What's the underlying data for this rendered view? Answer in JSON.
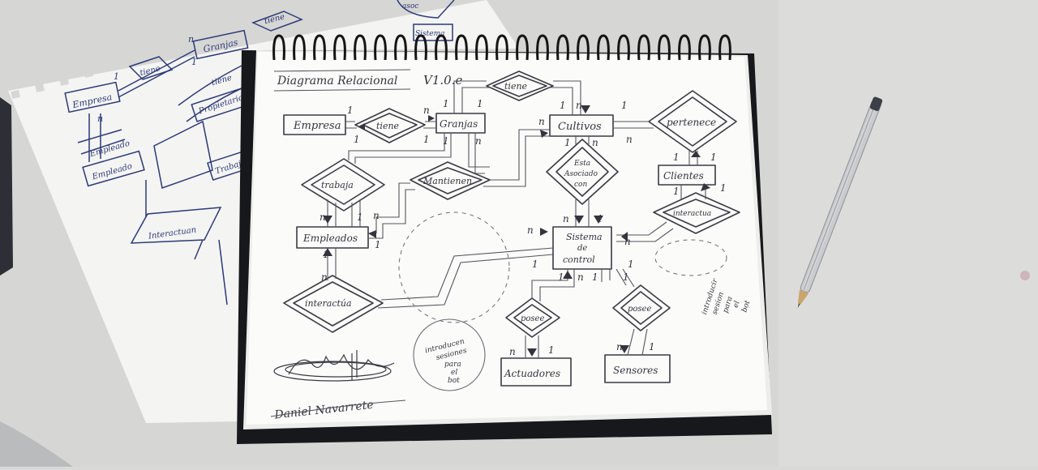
{
  "diagram": {
    "title": "Diagrama Relacional",
    "version": "V1.0.e",
    "author_signature": "Daniel Navarrete",
    "entities": {
      "empresa": "Empresa",
      "granjas": "Granjas",
      "cultivos": "Cultivos",
      "clientes": "Clientes",
      "empleados": "Empleados",
      "sistema_line1": "Sistema",
      "sistema_line2": "de",
      "sistema_line3": "control",
      "actuadores": "Actuadores",
      "sensores": "Sensores"
    },
    "relations": {
      "tiene_top": "tiene",
      "tiene_mid": "tiene",
      "pertenece": "pertenece",
      "trabaja": "trabaja",
      "mantienen": "Mantienen",
      "esta_line1": "Esta",
      "esta_line2": "Asociado",
      "esta_line3": "con",
      "interactua_right": "interactua",
      "interactua_left": "interactúa",
      "posee_left": "posee",
      "posee_right": "posee"
    },
    "notes": {
      "bubble_line1": "introducen",
      "bubble_line2": "sesiones",
      "bubble_line3": "para",
      "bubble_line4": "el",
      "bubble_line5": "bot",
      "side_line1": "introducir",
      "side_line2": "sesion",
      "side_line3": "para",
      "side_line4": "el",
      "side_line5": "bot"
    },
    "cardinalities": {
      "one": "1",
      "many": "n"
    }
  },
  "background_sheet": {
    "entities": {
      "empresa": "Empresa",
      "granjas": "Granjas",
      "empleado_struck": "Empleado",
      "empleado": "Empleado",
      "trabaja": "Trabaja",
      "propietario": "Propietario",
      "sistema": "Sistema"
    },
    "relations": {
      "tiene_a": "tiene",
      "tiene_b": "tiene",
      "tiene_c": "tiene",
      "interactua": "Interactuan",
      "asoc": "asoc"
    },
    "cardinalities": {
      "one": "1",
      "many": "n"
    }
  }
}
